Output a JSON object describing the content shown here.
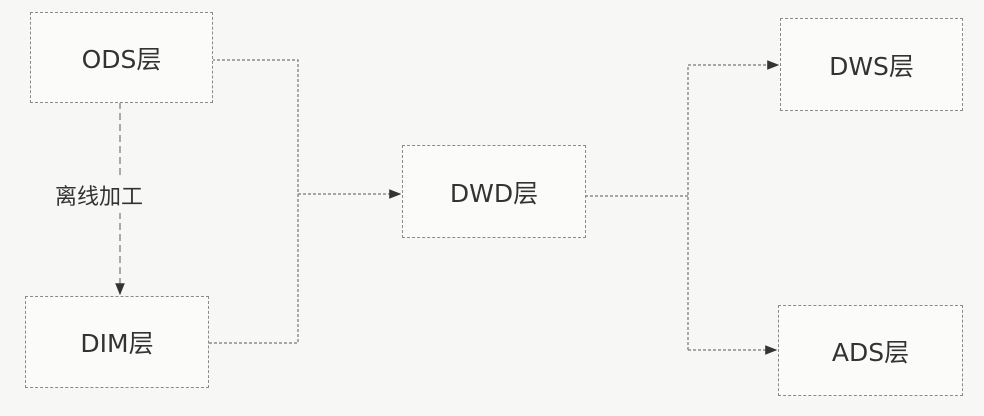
{
  "nodes": {
    "ods": "ODS层",
    "dim": "DIM层",
    "dwd": "DWD层",
    "dws": "DWS层",
    "ads": "ADS层"
  },
  "edge_label": "离线加工"
}
